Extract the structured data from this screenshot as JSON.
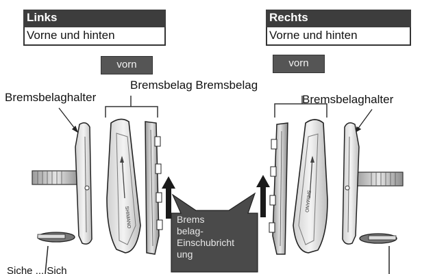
{
  "left": {
    "title": "Links",
    "subtitle": "Vorne und hinten",
    "front": "vorn"
  },
  "right": {
    "title": "Rechts",
    "subtitle": "Vorne und hinten",
    "front": "vorn"
  },
  "labels": {
    "holder_left": "Bremsbelaghalter",
    "holder_right": "Bremsbelaghalter",
    "pad_pair": "Bremsbelag Bremsbelag"
  },
  "callout": {
    "lines": [
      "Brems",
      "belag-",
      "Einschubricht",
      "ung"
    ]
  },
  "bottom_caption": "Siche ... Sich",
  "pad_brand": "SHIMANO"
}
